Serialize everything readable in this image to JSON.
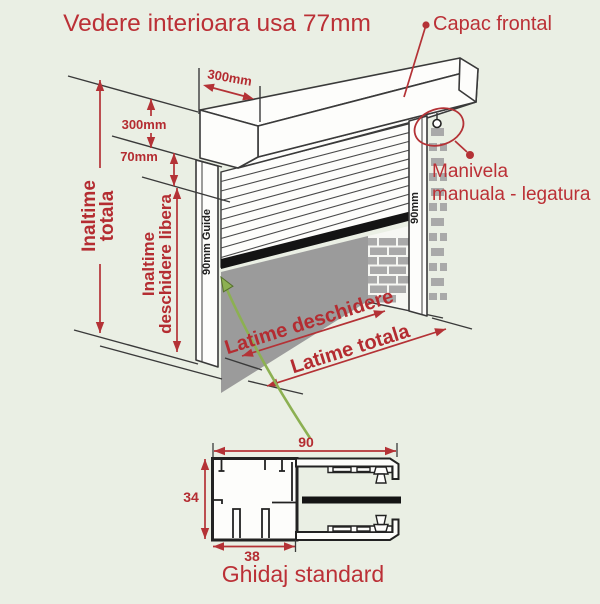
{
  "title": "Vedere interioara usa 77mm",
  "main_view": {
    "capac_frontal": "Capac frontal",
    "manivela_l1": "Manivela",
    "manivela_l2": "manuala - legatura",
    "dim_depth": "300mm",
    "dim_box_height": "300mm",
    "dim_lintel": "70mm",
    "inaltime_totala_l1": "Inaltime",
    "inaltime_totala_l2": "totala",
    "inaltime_libera_l1": "Inaltime",
    "inaltime_libera_l2": "deschidere libera",
    "latime_deschidere": "Latime deschidere",
    "latime_totala": "Latime totala",
    "guide_left": "90mm Guide",
    "guide_right": "90mm"
  },
  "detail_view": {
    "caption": "Ghidaj standard",
    "dim_width": "90",
    "dim_height": "34",
    "dim_inner_width": "38"
  },
  "colors": {
    "background": "#eaefe4",
    "annotation_red": "#b43236",
    "pointer_green": "#8cb052",
    "opening_gray": "#9b9b9b",
    "brick_gray": "#a9a9a9",
    "line_black": "#3a3a3a"
  }
}
